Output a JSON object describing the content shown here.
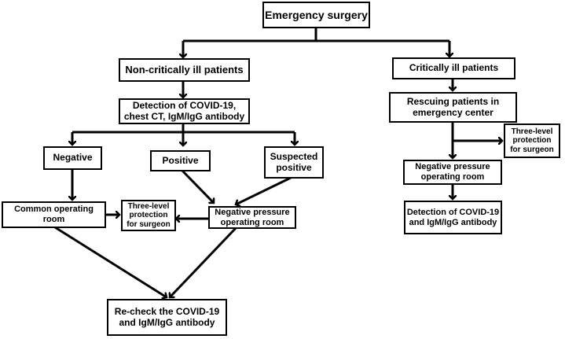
{
  "nodes": {
    "root": {
      "lines": [
        "Emergency surgery"
      ]
    },
    "non_critical": {
      "lines": [
        "Non-critically ill patients"
      ]
    },
    "critical": {
      "lines": [
        "Critically ill patients"
      ]
    },
    "detection_left": {
      "lines": [
        "Detection of COVID-19,",
        "chest CT,  IgM/IgG antibody"
      ]
    },
    "rescue": {
      "lines": [
        "Rescuing patients in",
        "emergency center"
      ]
    },
    "negative": {
      "lines": [
        "Negative"
      ]
    },
    "positive": {
      "lines": [
        "Positive"
      ]
    },
    "suspected": {
      "lines": [
        "Suspected",
        "positive"
      ]
    },
    "protection_right": {
      "lines": [
        "Three-level",
        "protection",
        "for surgeon"
      ]
    },
    "neg_pressure_right": {
      "lines": [
        "Negative pressure",
        "operating room"
      ]
    },
    "common_room": {
      "lines": [
        "Common operating room"
      ]
    },
    "protection_mid": {
      "lines": [
        "Three-level",
        "protection",
        "for surgeon"
      ]
    },
    "neg_pressure_mid": {
      "lines": [
        "Negative pressure",
        "operating room"
      ]
    },
    "detection_right": {
      "lines": [
        "Detection of COVID-19",
        "and IgM/IgG antibody"
      ]
    },
    "recheck": {
      "lines": [
        "Re-check the COVID-19",
        "and IgM/IgG antibody"
      ]
    }
  }
}
